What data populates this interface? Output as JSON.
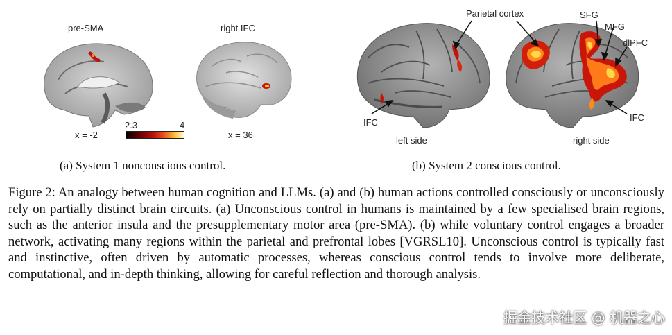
{
  "panel_a": {
    "label_pre_sma": "pre-SMA",
    "label_right_ifc": "right IFC",
    "coord_left": "x = -2",
    "coord_right": "x = 36",
    "colorbar_min": "2.3",
    "colorbar_max": "4",
    "subcaption": "(a) System 1 nonconscious control."
  },
  "panel_b": {
    "label_parietal": "Parietal cortex",
    "label_sfg": "SFG",
    "label_mfg": "MFG",
    "label_dlpfc": "dlPFC",
    "label_ifc_left": "IFC",
    "label_ifc_right": "IFC",
    "label_left_side": "left side",
    "label_right_side": "right side",
    "subcaption": "(b) System 2 conscious control."
  },
  "caption": {
    "text": "Figure 2: An analogy between human cognition and LLMs. (a) and (b) human actions controlled consciously or unconsciously rely on partially distinct brain circuits. (a) Unconscious control in humans is maintained by a few specialised brain regions, such as the anterior insula and the presupplementary motor area (pre-SMA). (b) while voluntary control engages a broader network, activating many regions within the parietal and prefrontal lobes [VGRSL10]. Unconscious control is typically fast and instinctive, often driven by automatic processes, whereas conscious control tends to involve more deliberate, computational, and in-depth thinking, allowing for careful reflection and thorough analysis."
  },
  "watermark": "掘金技术社区 @ 机器之心",
  "colors": {
    "brain_gray": "#8c8c8c",
    "activation_red": "#c0140a",
    "activation_yellow": "#ffd21e"
  }
}
